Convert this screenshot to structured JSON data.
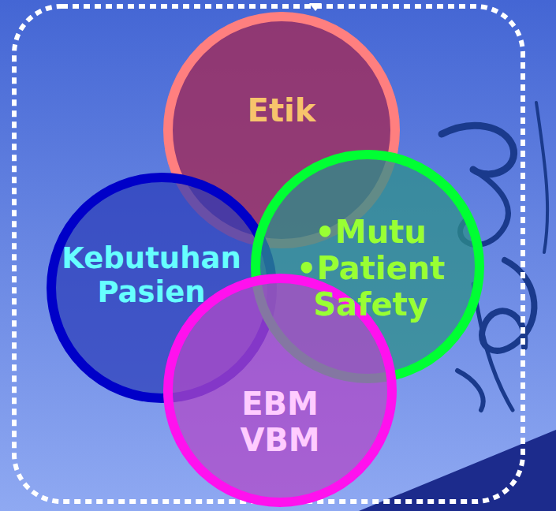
{
  "diagram": {
    "nodes": [
      {
        "text": [
          "Etik"
        ]
      },
      {
        "text": [
          "Kebutuhan Pasien"
        ]
      },
      {
        "text": [
          "•Mutu",
          "•Patient Safety"
        ]
      },
      {
        "text": [
          "EBM VBM"
        ]
      }
    ]
  }
}
